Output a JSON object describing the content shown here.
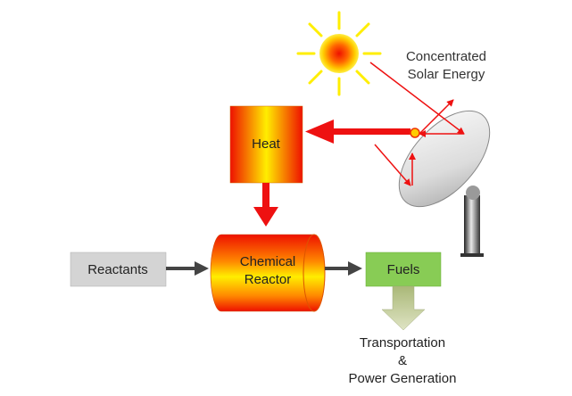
{
  "labels": {
    "solar_line1": "Concentrated",
    "solar_line2": "Solar Energy",
    "heat": "Heat",
    "reactor_line1": "Chemical",
    "reactor_line2": "Reactor",
    "reactants": "Reactants",
    "fuels": "Fuels",
    "output_line1": "Transportation",
    "output_line2": "&",
    "output_line3": "Power Generation"
  },
  "colors": {
    "arrow_red": "#ee1111",
    "arrow_dark": "#444444",
    "reactants_fill": "#d4d4d4",
    "fuels_fill": "#88cc55",
    "output_arrow": "#c2cc9a",
    "sun_yellow": "#ffee00",
    "sun_red": "#ee2200"
  }
}
